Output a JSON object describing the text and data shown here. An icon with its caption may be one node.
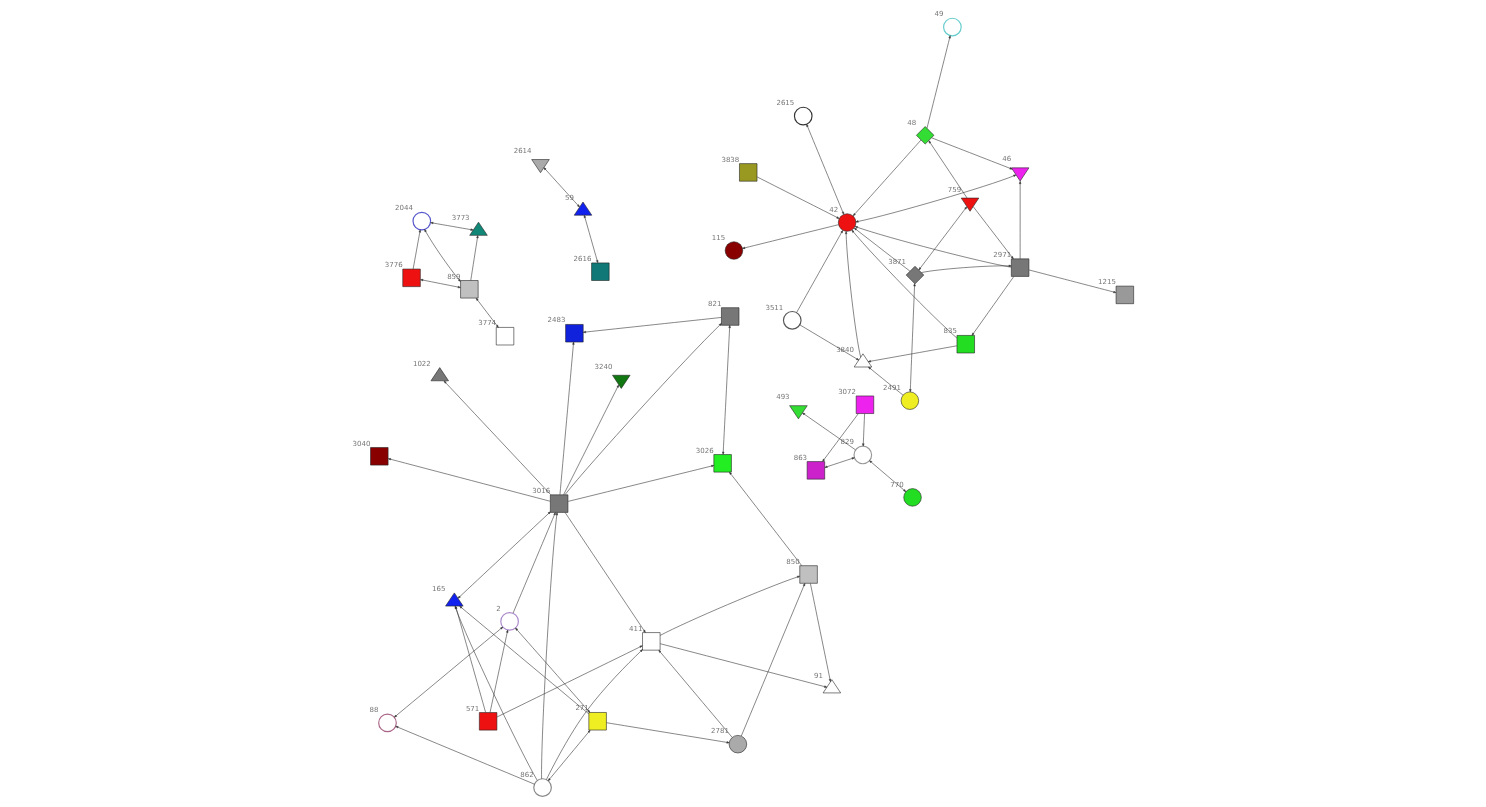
{
  "diagram": {
    "nodes": [
      {
        "text": [
          "770"
        ]
      },
      {
        "text": [
          "829"
        ]
      },
      {
        "text": [
          "493"
        ]
      },
      {
        "text": [
          "3072"
        ]
      },
      {
        "text": [
          "863"
        ]
      },
      {
        "text": [
          "88"
        ]
      },
      {
        "text": [
          "165"
        ]
      },
      {
        "text": [
          "571"
        ]
      },
      {
        "text": [
          "2"
        ]
      },
      {
        "text": [
          "862"
        ]
      },
      {
        "text": [
          "3016"
        ]
      },
      {
        "text": [
          "411"
        ]
      },
      {
        "text": [
          "271"
        ]
      },
      {
        "text": [
          "2781"
        ]
      },
      {
        "text": [
          "850"
        ]
      },
      {
        "text": [
          "91"
        ]
      },
      {
        "text": [
          "3040"
        ]
      },
      {
        "text": [
          "3240"
        ]
      },
      {
        "text": [
          "3026"
        ]
      },
      {
        "text": [
          "2483"
        ]
      },
      {
        "text": [
          "821"
        ]
      },
      {
        "text": [
          "1022"
        ]
      },
      {
        "text": [
          "3774"
        ]
      },
      {
        "text": [
          "859"
        ]
      },
      {
        "text": [
          "3773"
        ]
      },
      {
        "text": [
          "2044"
        ]
      },
      {
        "text": [
          "3776"
        ]
      },
      {
        "text": [
          "1215"
        ]
      },
      {
        "text": [
          "46"
        ]
      },
      {
        "text": [
          "759"
        ]
      },
      {
        "text": [
          "48"
        ]
      },
      {
        "text": [
          "2971"
        ]
      },
      {
        "text": [
          "49"
        ]
      },
      {
        "text": [
          "835"
        ]
      },
      {
        "text": [
          "42"
        ]
      },
      {
        "text": [
          "115"
        ]
      },
      {
        "text": [
          "3871"
        ]
      },
      {
        "text": [
          "3511"
        ]
      },
      {
        "text": [
          "3838"
        ]
      },
      {
        "text": [
          "2491"
        ]
      },
      {
        "text": [
          "3840"
        ]
      },
      {
        "text": [
          "2615"
        ]
      },
      {
        "text": [
          "2616"
        ]
      },
      {
        "text": [
          "59"
        ]
      },
      {
        "text": [
          "2614"
        ]
      }
    ],
    "edges": [
      {
        "from": 0,
        "to": 1,
        "arrow": "both"
      },
      {
        "from": 1,
        "to": 2,
        "arrow": "to"
      },
      {
        "from": 3,
        "to": 1,
        "arrow": "to"
      },
      {
        "from": 1,
        "to": 4,
        "arrow": "both"
      },
      {
        "from": 3,
        "to": 4,
        "arrow": "to"
      },
      {
        "from": 5,
        "to": 8,
        "arrow": "both"
      },
      {
        "from": 9,
        "to": 5,
        "arrow": "to"
      },
      {
        "from": 7,
        "to": 6,
        "arrow": "to"
      },
      {
        "from": 7,
        "to": 11,
        "arrow": "to"
      },
      {
        "from": 7,
        "to": 8,
        "arrow": "to"
      },
      {
        "from": 8,
        "to": 12,
        "arrow": "both"
      },
      {
        "from": 9,
        "to": 6,
        "arrow": "to"
      },
      {
        "from": 9,
        "to": 12,
        "arrow": "both"
      },
      {
        "from": 9,
        "to": 11,
        "arrow": "to"
      },
      {
        "from": 9,
        "to": 10,
        "arrow": "to"
      },
      {
        "from": 6,
        "to": 10,
        "arrow": "both"
      },
      {
        "from": 12,
        "to": 13,
        "arrow": "to"
      },
      {
        "from": 12,
        "to": 6,
        "arrow": "to"
      },
      {
        "from": 8,
        "to": 10,
        "arrow": "to"
      },
      {
        "from": 11,
        "to": 14,
        "arrow": "to"
      },
      {
        "from": 11,
        "to": 15,
        "arrow": "to"
      },
      {
        "from": 13,
        "to": 11,
        "arrow": "to"
      },
      {
        "from": 10,
        "to": 16,
        "arrow": "to"
      },
      {
        "from": 10,
        "to": 17,
        "arrow": "to"
      },
      {
        "from": 10,
        "to": 18,
        "arrow": "to"
      },
      {
        "from": 10,
        "to": 20,
        "arrow": "to"
      },
      {
        "from": 10,
        "to": 21,
        "arrow": "to"
      },
      {
        "from": 10,
        "to": 19,
        "arrow": "to"
      },
      {
        "from": 18,
        "to": 20,
        "arrow": "both"
      },
      {
        "from": 20,
        "to": 19,
        "arrow": "to"
      },
      {
        "from": 14,
        "to": 18,
        "arrow": "to"
      },
      {
        "from": 10,
        "to": 11,
        "arrow": "to"
      },
      {
        "from": 14,
        "to": 15,
        "arrow": "to"
      },
      {
        "from": 13,
        "to": 14,
        "arrow": "to"
      },
      {
        "from": 22,
        "to": 23,
        "arrow": "both"
      },
      {
        "from": 23,
        "to": 24,
        "arrow": "to"
      },
      {
        "from": 23,
        "to": 25,
        "arrow": "both"
      },
      {
        "from": 26,
        "to": 23,
        "arrow": "both"
      },
      {
        "from": 26,
        "to": 25,
        "arrow": "to"
      },
      {
        "from": 25,
        "to": 24,
        "arrow": "both"
      },
      {
        "from": 31,
        "to": 27,
        "arrow": "to"
      },
      {
        "from": 29,
        "to": 30,
        "arrow": "to"
      },
      {
        "from": 29,
        "to": 36,
        "arrow": "both"
      },
      {
        "from": 29,
        "to": 31,
        "arrow": "to"
      },
      {
        "from": 30,
        "to": 28,
        "arrow": "to"
      },
      {
        "from": 31,
        "to": 28,
        "arrow": "to"
      },
      {
        "from": 28,
        "to": 34,
        "arrow": "both"
      },
      {
        "from": 30,
        "to": 34,
        "arrow": "to"
      },
      {
        "from": 30,
        "to": 32,
        "arrow": "to"
      },
      {
        "from": 31,
        "to": 33,
        "arrow": "to"
      },
      {
        "from": 31,
        "to": 34,
        "arrow": "to"
      },
      {
        "from": 33,
        "to": 34,
        "arrow": "to"
      },
      {
        "from": 36,
        "to": 31,
        "arrow": "to"
      },
      {
        "from": 36,
        "to": 34,
        "arrow": "to"
      },
      {
        "from": 36,
        "to": 39,
        "arrow": "both"
      },
      {
        "from": 37,
        "to": 34,
        "arrow": "to"
      },
      {
        "from": 40,
        "to": 34,
        "arrow": "to"
      },
      {
        "from": 38,
        "to": 34,
        "arrow": "to"
      },
      {
        "from": 37,
        "to": 40,
        "arrow": "to"
      },
      {
        "from": 39,
        "to": 40,
        "arrow": "to"
      },
      {
        "from": 33,
        "to": 40,
        "arrow": "to"
      },
      {
        "from": 34,
        "to": 35,
        "arrow": "to"
      },
      {
        "from": 34,
        "to": 41,
        "arrow": "both"
      },
      {
        "from": 42,
        "to": 43,
        "arrow": "both"
      },
      {
        "from": 43,
        "to": 44,
        "arrow": "both"
      }
    ]
  }
}
